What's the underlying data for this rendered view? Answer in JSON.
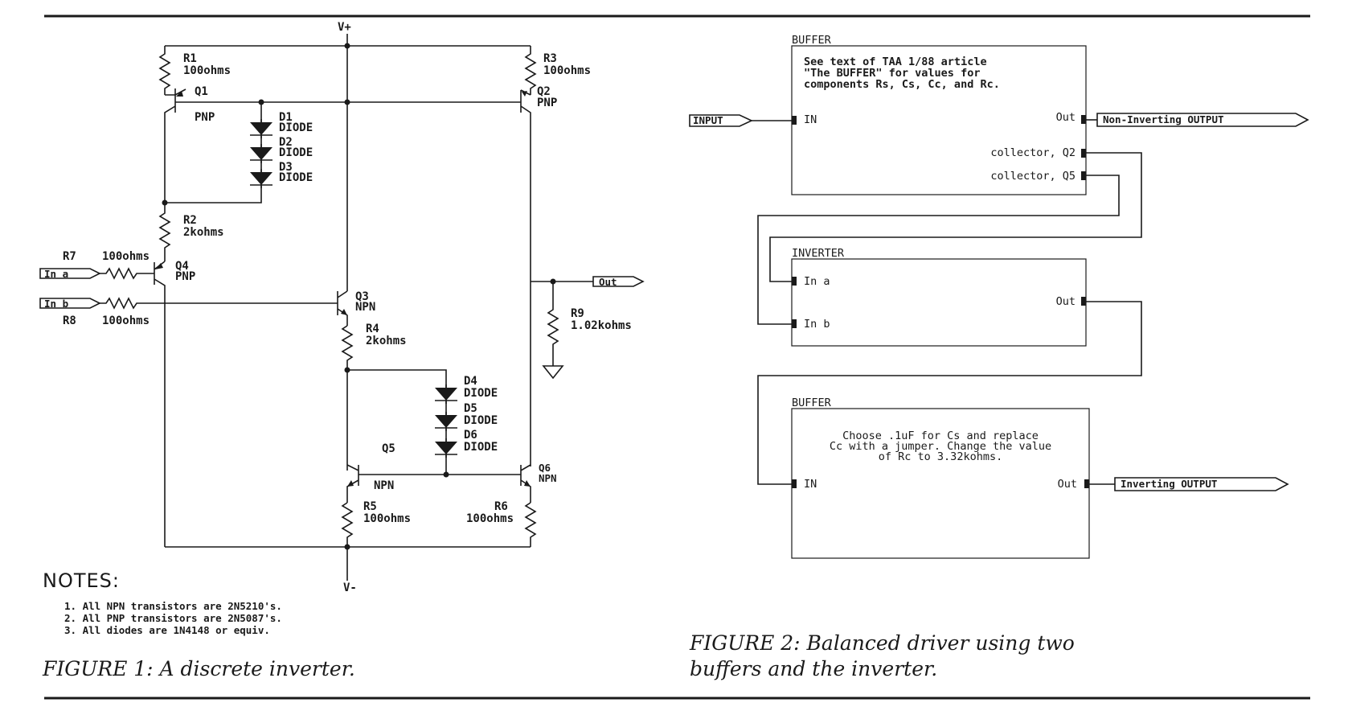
{
  "figure1": {
    "caption": "FIGURE 1: A discrete inverter.",
    "supply_pos": "V+",
    "supply_neg": "V-",
    "components": {
      "r1": {
        "ref": "R1",
        "value": "100ohms"
      },
      "r2": {
        "ref": "R2",
        "value": "2kohms"
      },
      "r3": {
        "ref": "R3",
        "value": "100ohms"
      },
      "r4": {
        "ref": "R4",
        "value": "2kohms"
      },
      "r5": {
        "ref": "R5",
        "value": "100ohms"
      },
      "r6": {
        "ref": "R6",
        "value": "100ohms"
      },
      "r7": {
        "ref": "R7",
        "value": "100ohms"
      },
      "r8": {
        "ref": "R8",
        "value": "100ohms"
      },
      "r9": {
        "ref": "R9",
        "value": "1.02kohms"
      },
      "q1": {
        "ref": "Q1",
        "type": "PNP"
      },
      "q2": {
        "ref": "Q2",
        "type": "PNP"
      },
      "q3": {
        "ref": "Q3",
        "type": "NPN"
      },
      "q4": {
        "ref": "Q4",
        "type": "PNP"
      },
      "q5": {
        "ref": "Q5",
        "type": "NPN"
      },
      "q6": {
        "ref": "Q6",
        "type": "NPN"
      },
      "d1": {
        "ref": "D1",
        "type": "DIODE"
      },
      "d2": {
        "ref": "D2",
        "type": "DIODE"
      },
      "d3": {
        "ref": "D3",
        "type": "DIODE"
      },
      "d4": {
        "ref": "D4",
        "type": "DIODE"
      },
      "d5": {
        "ref": "D5",
        "type": "DIODE"
      },
      "d6": {
        "ref": "D6",
        "type": "DIODE"
      }
    },
    "ports": {
      "in_a": "In a",
      "in_b": "In b",
      "out": "Out"
    },
    "notes_title": "NOTES:",
    "notes": [
      "1. All NPN transistors are 2N5210's.",
      "2. All PNP transistors are 2N5087's.",
      "3. All diodes are 1N4148 or equiv."
    ]
  },
  "figure2": {
    "caption_line1": "FIGURE 2: Balanced driver using two",
    "caption_line2": "buffers and the inverter.",
    "input_port": "INPUT",
    "outputs": {
      "non_inverting": "Non-Inverting OUTPUT",
      "inverting": "Inverting OUTPUT"
    },
    "buffer1": {
      "title": "BUFFER",
      "note_lines": [
        "See text of TAA 1/88 article",
        "\"The BUFFER\" for values for",
        "components Rs, Cs, Cc, and Rc."
      ],
      "pins": {
        "in": "IN",
        "out": "Out",
        "q2": "collector, Q2",
        "q5": "collector, Q5"
      }
    },
    "inverter": {
      "title": "INVERTER",
      "pins": {
        "in_a": "In a",
        "in_b": "In b",
        "out": "Out"
      }
    },
    "buffer2": {
      "title": "BUFFER",
      "note_lines": [
        "Choose .1uF for Cs and replace",
        "Cc with a jumper. Change the value",
        "of Rc to 3.32kohms."
      ],
      "pins": {
        "in": "IN",
        "out": "Out"
      }
    }
  }
}
